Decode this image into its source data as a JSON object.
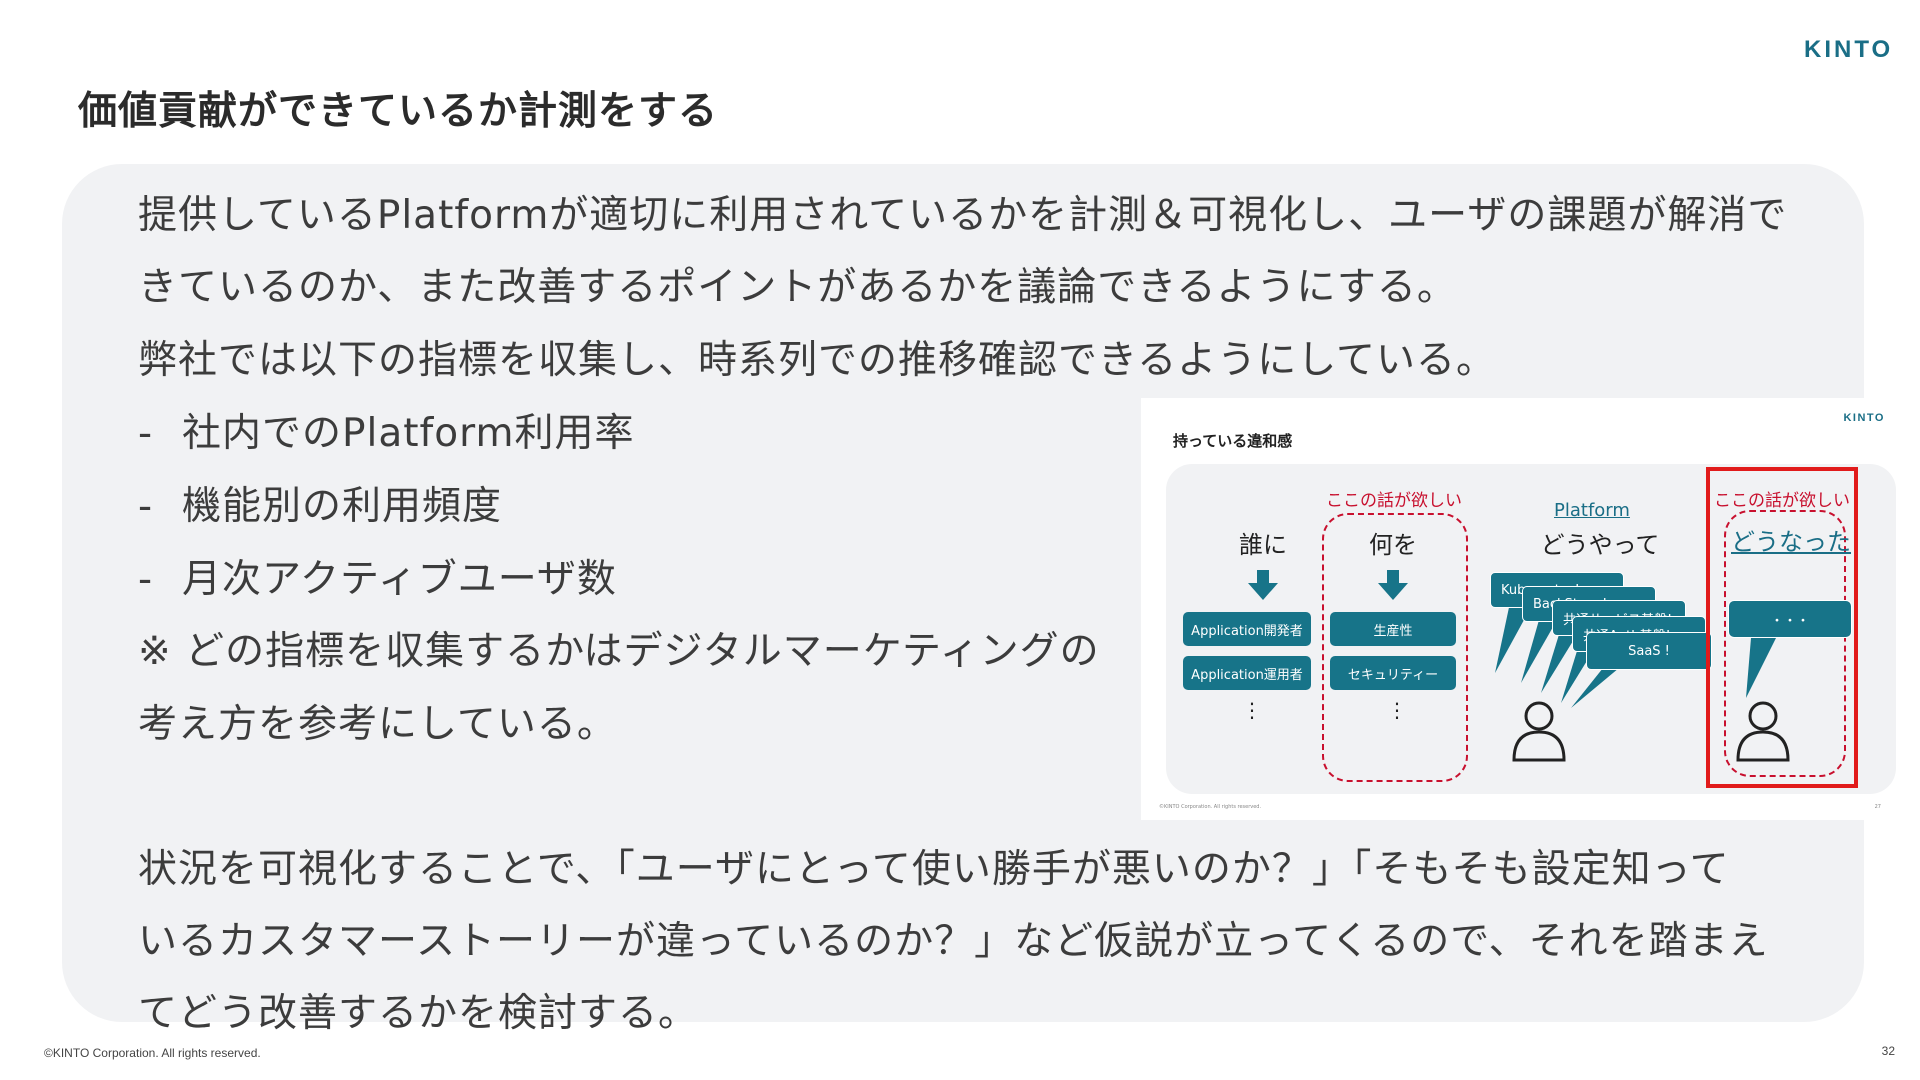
{
  "header": {
    "logo": "KINTO",
    "title": "価値貢献ができているか計測をする"
  },
  "body": {
    "paragraph1_line1": "提供しているPlatformが適切に利用されているかを計測＆可視化し、ユーザの課題が解消で",
    "paragraph1_line2": "きているのか、また改善するポイントがあるかを議論できるようにする。",
    "paragraph2": "弊社では以下の指標を収集し、時系列での推移確認できるようにしている。",
    "bullets": [
      {
        "dash": "-",
        "text": "社内でのPlatform利用率"
      },
      {
        "dash": "-",
        "text": "機能別の利用頻度"
      },
      {
        "dash": "-",
        "text": "月次アクティブユーザ数"
      }
    ],
    "note_line1": "※ どの指標を収集するかはデジタルマーケティングの",
    "note_line2": "考え方を参考にしている。",
    "paragraph3_line1": "状況を可視化することで、「ユーザにとって使い勝手が悪いのか？」「そもそも設定知って",
    "paragraph3_line2": "いるカスタマーストーリーが違っているのか？」など仮説が立ってくるので、それを踏まえ",
    "paragraph3_line3": "てどう改善するかを検討する。"
  },
  "embedded_slide": {
    "logo": "KINTO",
    "title": "持っている違和感",
    "columns": {
      "who": {
        "heading": "誰に",
        "items": [
          "Application開発者",
          "Application運用者"
        ],
        "more": "⋮"
      },
      "what": {
        "red_label": "ここの話が欲しい",
        "heading": "何を",
        "items": [
          "生産性",
          "セキュリティー"
        ],
        "more": "⋮"
      },
      "how": {
        "link": "Platform",
        "heading": "どうやって",
        "bubbles": [
          "Kubernetes!",
          "BackStage!",
          "共通サービス基盤!",
          "共通Auth基盤!",
          "SaaS !"
        ]
      },
      "result": {
        "red_label": "ここの話が欲しい",
        "heading": "どうなった",
        "bubble": "・・・"
      }
    },
    "footer": "©KINTO Corporation. All rights reserved.",
    "page": "27"
  },
  "footer": {
    "copyright": "©KINTO Corporation. All rights reserved.",
    "page_number": "32"
  },
  "colors": {
    "brand": "#1a6e86",
    "chip": "#177489",
    "highlight_red": "#e11b1b",
    "panel_bg": "#f1f2f4"
  }
}
